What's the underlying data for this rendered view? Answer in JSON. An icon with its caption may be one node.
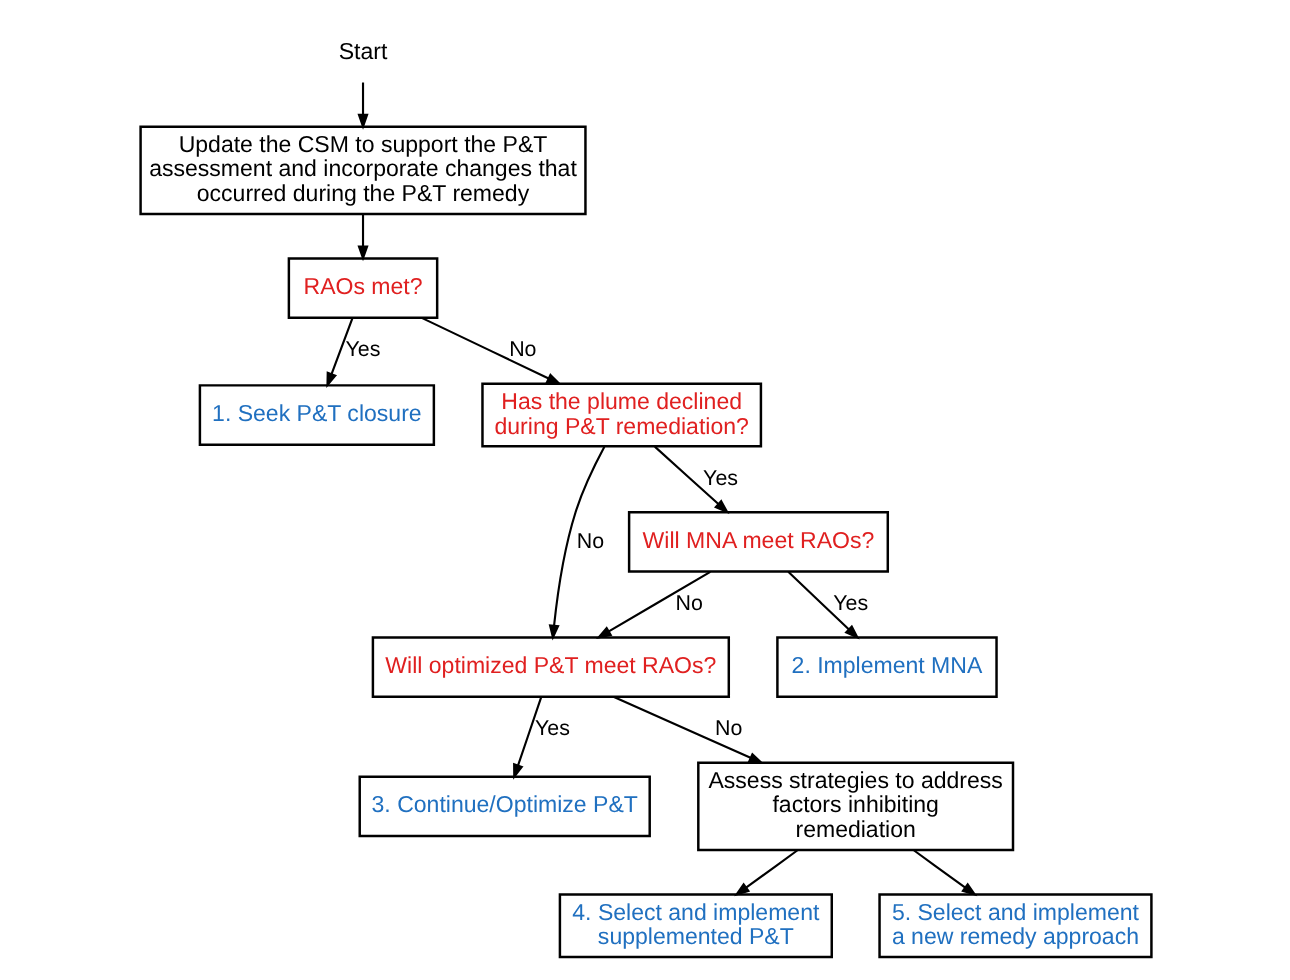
{
  "diagram": {
    "nodes": [
      {
        "text": [
          "Start"
        ]
      },
      {
        "text": [
          "Update the CSM to support the P&T assessment and incorporate changes that occurred during the P&T remedy"
        ]
      },
      {
        "text": [
          "RAOs met?"
        ]
      },
      {
        "text": [
          "1. Seek P&T closure"
        ]
      },
      {
        "text": [
          "3. Continue/Optimize P&T"
        ]
      },
      {
        "text": [
          "Has the plume declined during P&T remediation?"
        ]
      },
      {
        "text": [
          "Will optimized P&T meet RAOs?"
        ]
      },
      {
        "text": [
          "Will MNA meet RAOs?"
        ]
      },
      {
        "text": [
          "Assess strategies to address factors inhibiting remediation"
        ]
      },
      {
        "text": [
          "2. Implement MNA"
        ]
      },
      {
        "text": [
          "4. Select and implement supplemented P&T"
        ]
      },
      {
        "text": [
          "5. Select and implement a new remedy approach"
        ]
      }
    ],
    "edges": [
      {
        "from": 0,
        "to": 1,
        "arrow": "to"
      },
      {
        "from": 1,
        "to": 2,
        "arrow": "to"
      },
      {
        "from": 2,
        "to": 3,
        "arrow": "to",
        "label": "Yes"
      },
      {
        "from": 2,
        "to": 5,
        "arrow": "to",
        "label": "No"
      },
      {
        "from": 5,
        "to": 6,
        "arrow": "to",
        "label": "No"
      },
      {
        "from": 5,
        "to": 7,
        "arrow": "to",
        "label": "Yes"
      },
      {
        "from": 7,
        "to": 6,
        "arrow": "to",
        "label": "No"
      },
      {
        "from": 7,
        "to": 9,
        "arrow": "to",
        "label": "Yes"
      },
      {
        "from": 6,
        "to": 4,
        "arrow": "to",
        "label": "Yes"
      },
      {
        "from": 6,
        "to": 8,
        "arrow": "to",
        "label": "No"
      },
      {
        "from": 8,
        "to": 10,
        "arrow": "to"
      },
      {
        "from": 8,
        "to": 11,
        "arrow": "to"
      }
    ]
  }
}
